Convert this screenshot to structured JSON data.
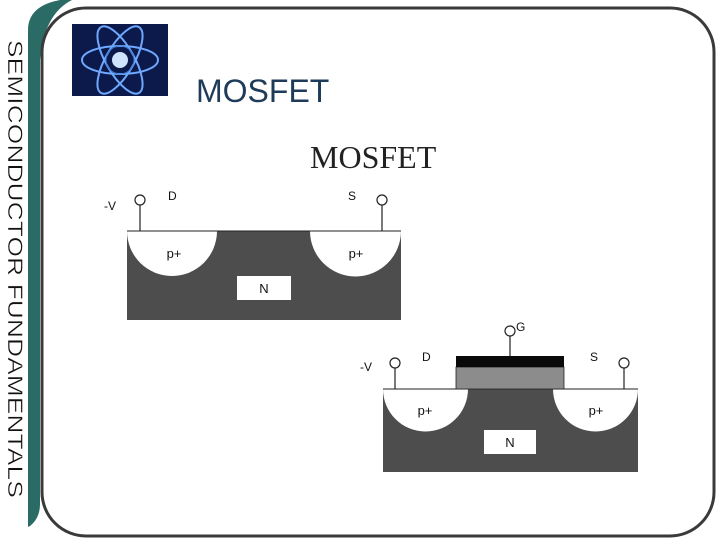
{
  "slide": {
    "title": "MOSFET",
    "sidebar_text": "SEMICONDUCTOR FUNDAMENTALS",
    "theme_color": "#2a6b66",
    "logo_icon": "atom-logo-icon"
  },
  "diagram": {
    "heading": "MOSFET",
    "top_device": {
      "terminal_left_voltage": "-V",
      "drain_label": "D",
      "source_label": "S",
      "left_region_label": "p+",
      "right_region_label": "p+",
      "substrate_label": "N"
    },
    "bottom_device": {
      "terminal_left_voltage": "-V",
      "gate_label": "G",
      "drain_label": "D",
      "source_label": "S",
      "left_region_label": "p+",
      "right_region_label": "p+",
      "substrate_label": "N"
    },
    "colors": {
      "substrate": "#4d4d4d",
      "oxide": "#8c8c8c",
      "gate_metal": "#0a0a0a"
    }
  }
}
